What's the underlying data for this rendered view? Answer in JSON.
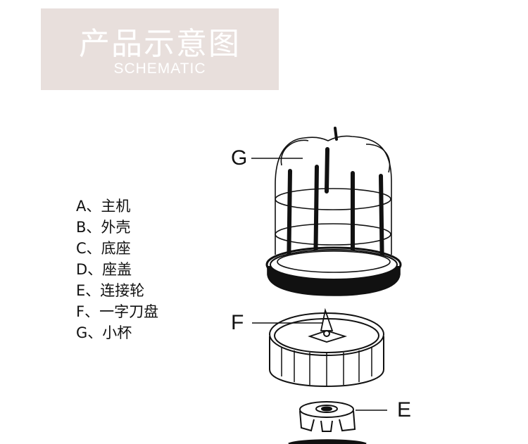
{
  "header": {
    "title": "产品示意图",
    "subtitle": "SCHEMATIC"
  },
  "legend": {
    "items": [
      "A、主机",
      "B、外壳",
      "C、底座",
      "D、座盖",
      "E、连接轮",
      "F、一字刀盘",
      "G、小杯"
    ]
  },
  "callouts": {
    "g": "G",
    "f": "F",
    "e": "E"
  },
  "colors": {
    "header_bg": "#e8dfdc",
    "ink": "#111111"
  }
}
